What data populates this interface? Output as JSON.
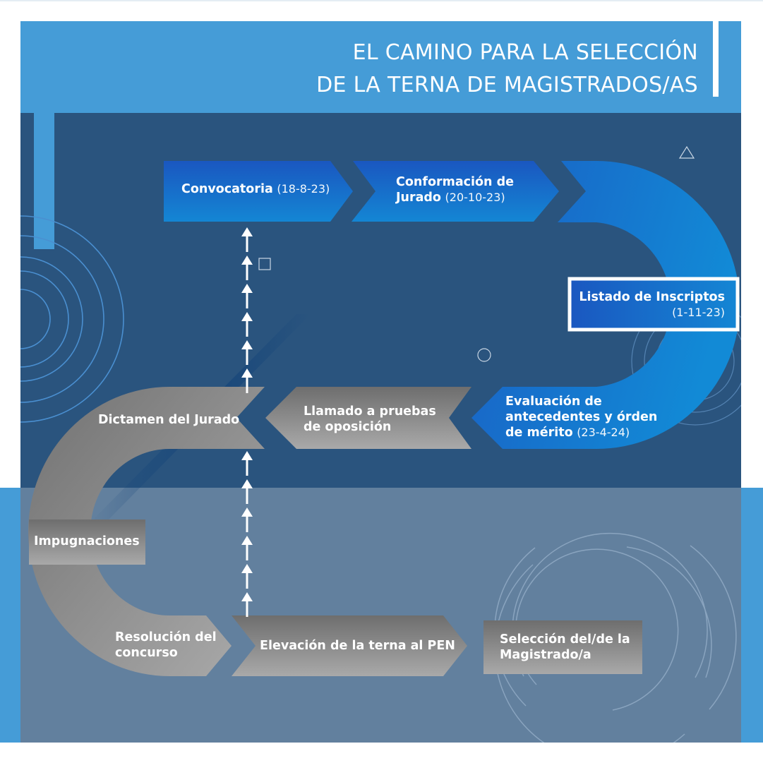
{
  "header": {
    "title_line1": "EL CAMINO PARA LA SELECCIÓN",
    "title_line2": "DE LA TERNA DE MAGISTRADOS/AS"
  },
  "colors": {
    "header_blue": "#459cd7",
    "dark_panel": "#2a547e",
    "lower_panel": "#62809e",
    "step_blue_top": "#1a57c0",
    "step_blue_bottom": "#1486d4",
    "step_gray_dark": "#6f6f6f",
    "step_gray_light": "#a8a8a8",
    "white": "#ffffff"
  },
  "steps": [
    {
      "id": "convocatoria",
      "label": "Convocatoria",
      "date": "(18-8-23)",
      "phase": "blue"
    },
    {
      "id": "conformacion",
      "label_line1": "Conformación de",
      "label_line2": "Jurado",
      "date": "(20-10-23)",
      "phase": "blue"
    },
    {
      "id": "listado",
      "label": "Listado de Inscriptos",
      "date": "(1-11-23)",
      "phase": "blue",
      "highlighted": true
    },
    {
      "id": "evaluacion",
      "label_line1": "Evaluación de",
      "label_line2": "antecedentes y órden",
      "label_line3": "de mérito",
      "date": "(23-4-24)",
      "phase": "blue"
    },
    {
      "id": "llamado",
      "label_line1": "Llamado a pruebas",
      "label_line2": "de oposición",
      "phase": "gray"
    },
    {
      "id": "dictamen",
      "label": "Dictamen del Jurado",
      "phase": "gray"
    },
    {
      "id": "impugnaciones",
      "label": "Impugnaciones",
      "phase": "gray"
    },
    {
      "id": "resolucion",
      "label_line1": "Resolución del",
      "label_line2": "concurso",
      "phase": "gray"
    },
    {
      "id": "elevacion",
      "label": "Elevación de la terna al PEN",
      "phase": "gray"
    },
    {
      "id": "seleccion",
      "label_line1": "Selección del/de la",
      "label_line2": "Magistrado/a",
      "phase": "gray"
    }
  ],
  "connectors": {
    "upper_arrow_count": 6,
    "lower_arrow_count": 6,
    "direction": "up"
  },
  "decorations": [
    "triangle-outline",
    "square-outline",
    "circle-outline",
    "concentric-arcs-left",
    "concentric-arcs-right",
    "concentric-arcs-bottom-right"
  ]
}
